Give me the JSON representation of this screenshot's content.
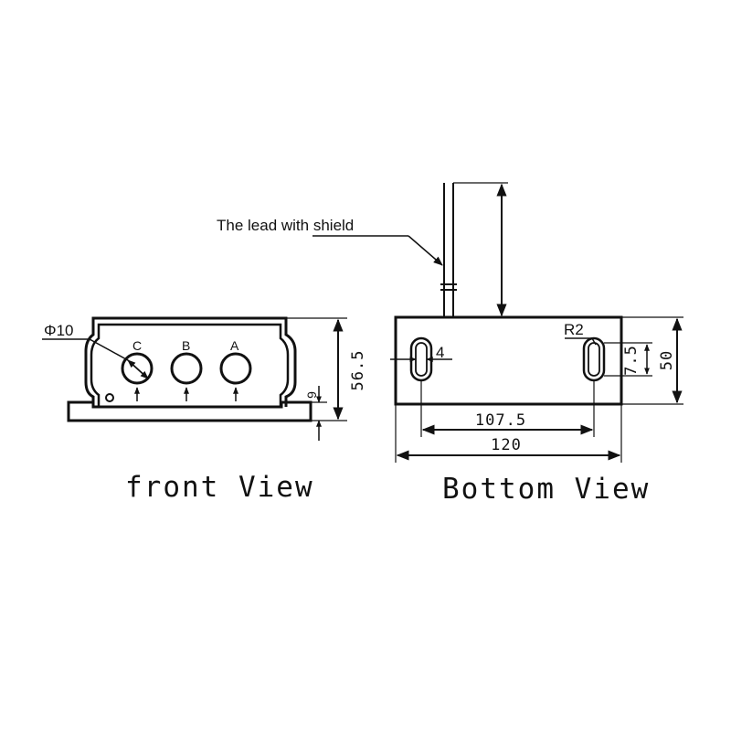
{
  "colors": {
    "line": "#111111",
    "background": "#ffffff"
  },
  "front_view": {
    "title": "front View",
    "diameter_label": "Φ10",
    "holes": [
      {
        "label": "C"
      },
      {
        "label": "B"
      },
      {
        "label": "A"
      }
    ],
    "height_label": "56.5",
    "base_label": "9"
  },
  "bottom_view": {
    "title": "Bottom View",
    "lead_label": "The lead with shield",
    "slot_width_label": "4",
    "radius_label": "R2",
    "slot_length_label": "7.5",
    "depth_label": "50",
    "hole_spacing_label": "107.5",
    "length_label": "120"
  }
}
